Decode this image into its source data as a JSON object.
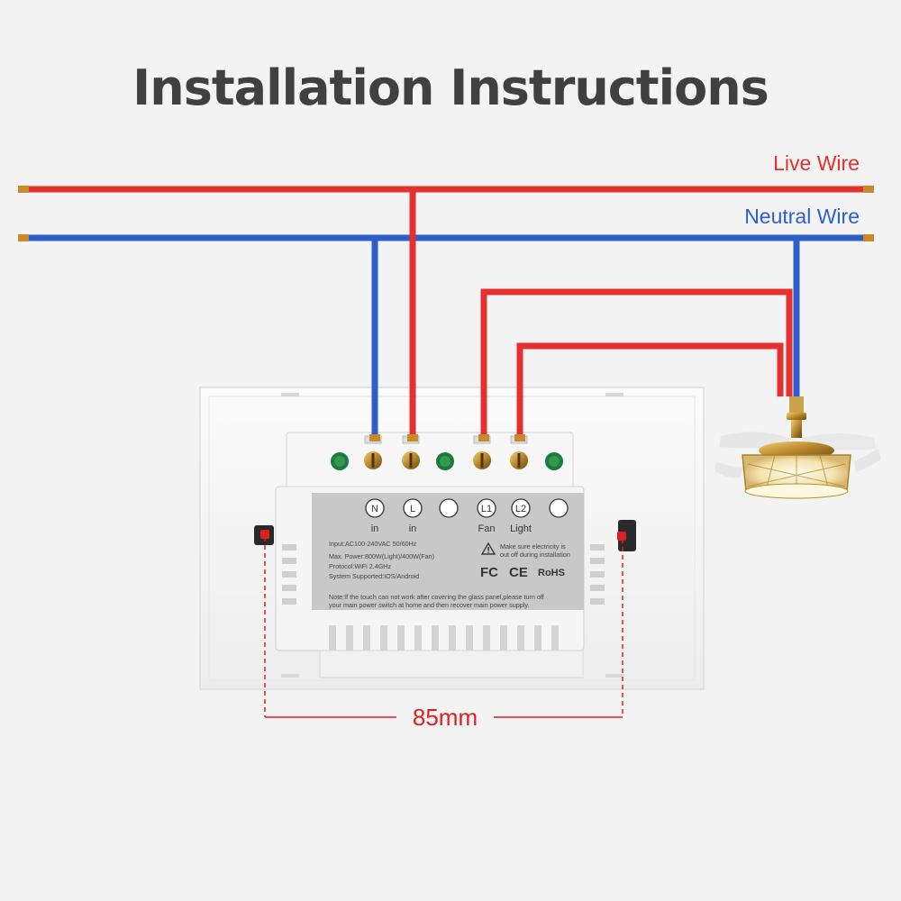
{
  "title": "Installation Instructions",
  "wires": {
    "live_label": "Live Wire",
    "neutral_label": "Neutral Wire",
    "live_color": "#e53030",
    "neutral_color": "#2c5fc8"
  },
  "terminals": [
    {
      "symbol": "N",
      "label": "in"
    },
    {
      "symbol": "L",
      "label": "in"
    },
    {
      "symbol": "",
      "label": ""
    },
    {
      "symbol": "L1",
      "label": "Fan"
    },
    {
      "symbol": "L2",
      "label": "Light"
    },
    {
      "symbol": "",
      "label": ""
    }
  ],
  "specs": {
    "input": "Input:AC100-240VAC 50/60Hz",
    "power": "Max. Power:800W(Light)/400W(Fan)",
    "protocol": "Protocol:WiFi 2.4GHz",
    "system": "System Supported:IOS/Android",
    "warning_line1": "Make sure electricity is",
    "warning_line2": "out off during installation",
    "cert_fc": "FC",
    "cert_ce": "CE",
    "cert_rohs": "RoHS",
    "note_line1": "Note:If the touch can not work after covering the glass panel,please turn off",
    "note_line2": "your main power switch at home and then recover main power supply."
  },
  "dimension": {
    "label": "85mm",
    "color": "#e02020"
  },
  "icons": [
    "warning-icon",
    "ceiling-fan-light-icon"
  ]
}
